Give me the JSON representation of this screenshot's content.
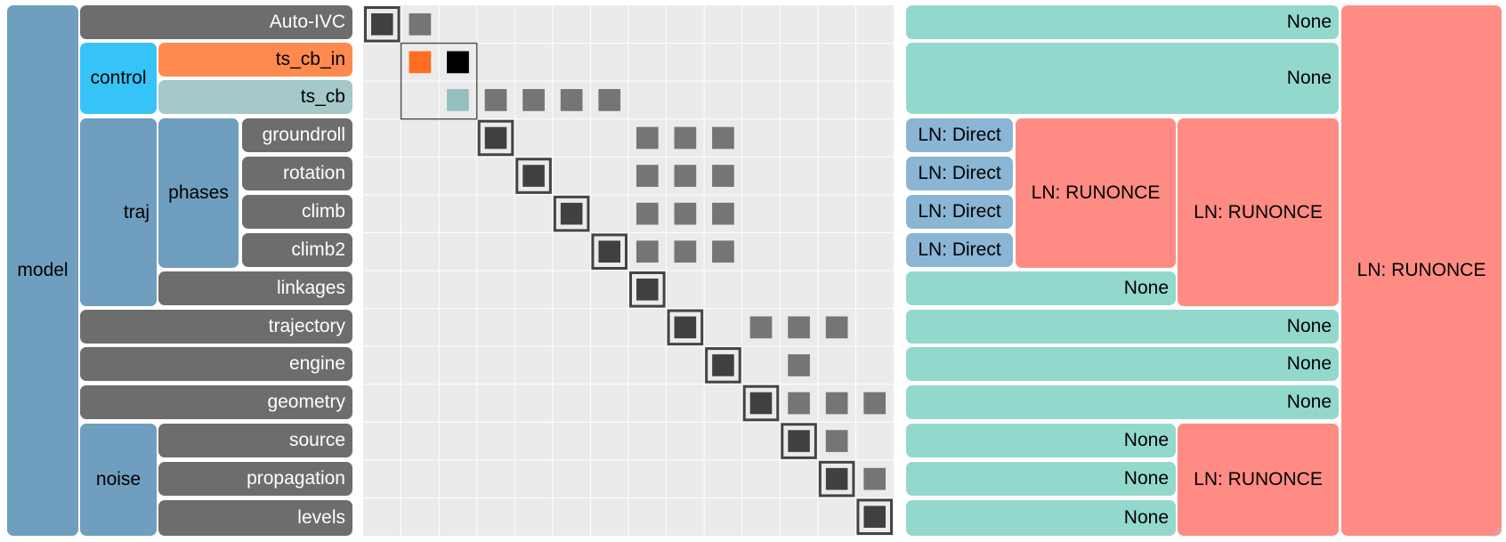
{
  "tree": {
    "model": "model",
    "auto_ivc": "Auto-IVC",
    "control": "control",
    "ts_cb_in": "ts_cb_in",
    "ts_cb": "ts_cb",
    "traj": "traj",
    "phases": "phases",
    "groundroll": "groundroll",
    "rotation": "rotation",
    "climb": "climb",
    "climb2": "climb2",
    "linkages": "linkages",
    "trajectory": "trajectory",
    "engine": "engine",
    "geometry": "geometry",
    "noise": "noise",
    "source": "source",
    "propagation": "propagation",
    "levels": "levels"
  },
  "solvers": {
    "none": "None",
    "ln_direct": "LN: Direct",
    "ln_runonce": "LN: RUNONCE"
  },
  "matrix": {
    "rows": 14,
    "diagonal": [
      0,
      1,
      2,
      3,
      4,
      5,
      6,
      7,
      8,
      9,
      10,
      11,
      12,
      13
    ],
    "entries": [
      [
        0,
        1
      ],
      [
        1,
        2
      ],
      [
        2,
        3
      ],
      [
        2,
        4
      ],
      [
        2,
        5
      ],
      [
        2,
        6
      ],
      [
        3,
        7
      ],
      [
        3,
        8
      ],
      [
        3,
        9
      ],
      [
        4,
        7
      ],
      [
        4,
        8
      ],
      [
        4,
        9
      ],
      [
        5,
        7
      ],
      [
        5,
        8
      ],
      [
        5,
        9
      ],
      [
        6,
        7
      ],
      [
        6,
        8
      ],
      [
        6,
        9
      ],
      [
        8,
        10
      ],
      [
        8,
        11
      ],
      [
        8,
        12
      ],
      [
        9,
        11
      ],
      [
        10,
        11
      ],
      [
        10,
        12
      ],
      [
        10,
        13
      ],
      [
        11,
        12
      ],
      [
        12,
        13
      ]
    ],
    "selected_group": [
      1,
      2
    ],
    "colors": {
      "background": "#ebebeb",
      "grid": "#ffffff",
      "cell": "#757575",
      "diag": "#404040",
      "highlight_in": "#ff6d22",
      "highlight_out": "#000000",
      "highlight_cb": "#94bfc0"
    }
  }
}
